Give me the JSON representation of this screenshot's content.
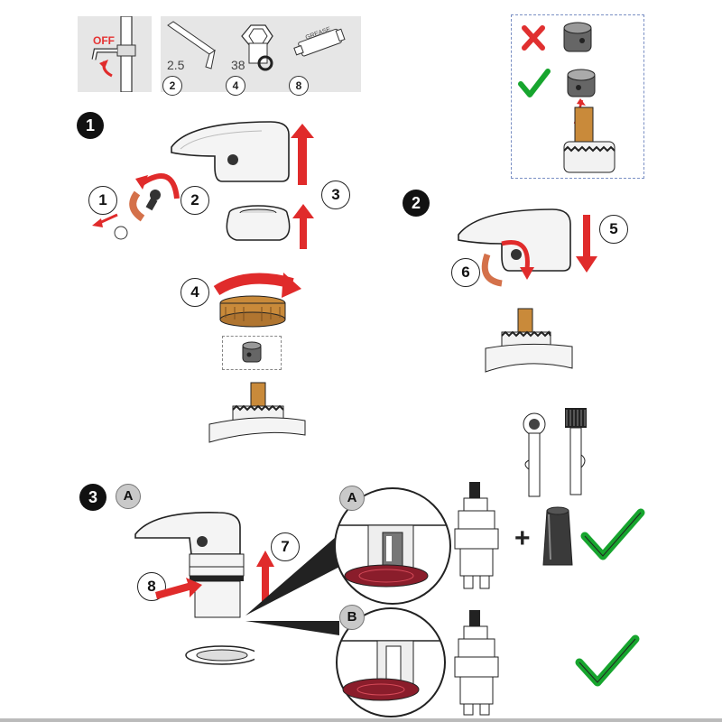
{
  "tools": [
    {
      "name": "off",
      "label": "OFF",
      "badge": ""
    },
    {
      "name": "allen-key",
      "label": "2.5",
      "badge": "2"
    },
    {
      "name": "socket-38",
      "label": "38",
      "badge": "4"
    },
    {
      "name": "grease",
      "label": "GREASE",
      "badge": "8"
    }
  ],
  "steps": [
    {
      "number": "1"
    },
    {
      "number": "2"
    },
    {
      "number": "3",
      "variant": "A"
    }
  ],
  "callouts": {
    "c1": "1",
    "c2": "2",
    "c3": "3",
    "c4": "4",
    "c5": "5",
    "c6": "6",
    "c7": "7",
    "c8": "8"
  },
  "detail_labels": {
    "a": "A",
    "b": "B"
  },
  "plus_sign": "+",
  "colors": {
    "red_arrow": "#e02b2b",
    "red_cross": "#e03030",
    "check_green": "#17a52e",
    "brass": "#c98a3a",
    "chrome_light": "#f4f4f4",
    "outline": "#222222"
  }
}
